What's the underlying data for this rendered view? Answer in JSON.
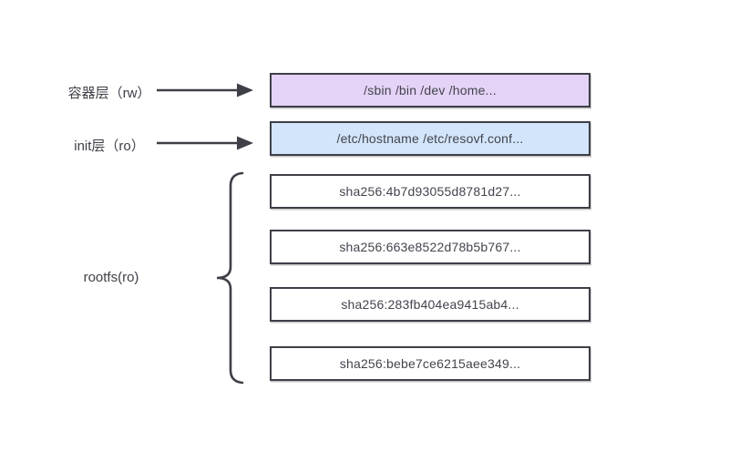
{
  "diagram": {
    "title_semantics": "docker-image-layer-structure",
    "container_layer": {
      "label": "容器层（rw）",
      "content": "/sbin /bin /dev /home...",
      "fill": "#e4d3f6"
    },
    "init_layer": {
      "label": "init层（ro）",
      "content": "/etc/hostname /etc/resovf.conf...",
      "fill": "#d3e5fa"
    },
    "rootfs": {
      "label": "rootfs(ro)",
      "layers": [
        "sha256:4b7d93055d8781d27...",
        "sha256:663e8522d78b5b767...",
        "sha256:283fb404ea9415ab4...",
        "sha256:bebe7ce6215aee349..."
      ]
    },
    "colors": {
      "border": "#3e3f47",
      "arrow": "#3e3f47",
      "text": "#43444d",
      "background": "#ffffff"
    }
  }
}
